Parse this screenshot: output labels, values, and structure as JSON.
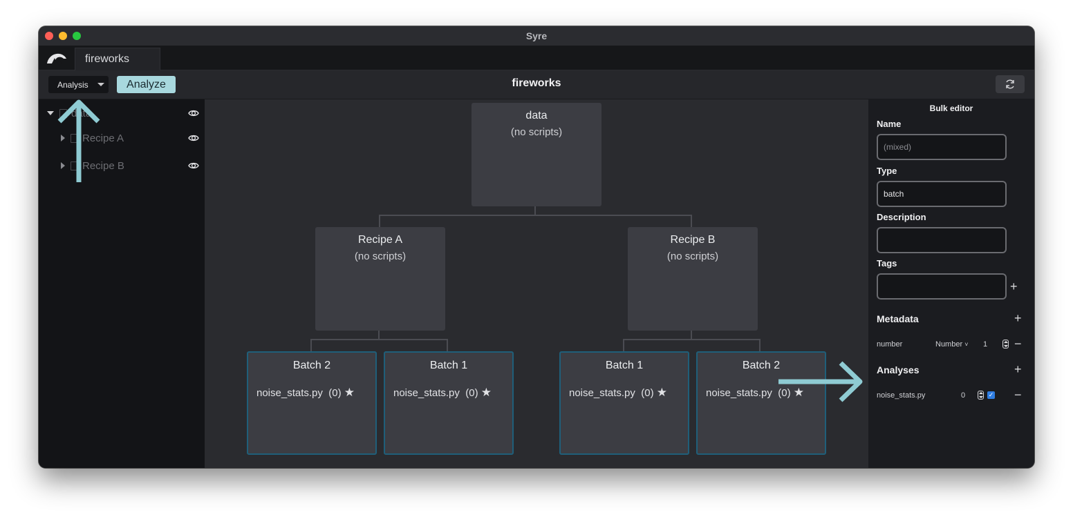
{
  "window": {
    "title": "Syre"
  },
  "tabs": [
    {
      "label": "fireworks"
    }
  ],
  "toolbar": {
    "mode_selected": "Analysis",
    "analyze_label": "Analyze",
    "project_title": "fireworks"
  },
  "sidebar": {
    "root": {
      "label": "data"
    },
    "items": [
      {
        "label": "Recipe A"
      },
      {
        "label": "Recipe B"
      }
    ]
  },
  "graph": {
    "root": {
      "title": "data",
      "subtitle": "(no scripts)"
    },
    "level1": [
      {
        "title": "Recipe A",
        "subtitle": "(no scripts)"
      },
      {
        "title": "Recipe B",
        "subtitle": "(no scripts)"
      }
    ],
    "leaves": [
      {
        "title": "Batch 2",
        "script": "noise_stats.py",
        "count": "(0)",
        "star": "★"
      },
      {
        "title": "Batch 1",
        "script": "noise_stats.py",
        "count": "(0)",
        "star": "★"
      },
      {
        "title": "Batch 1",
        "script": "noise_stats.py",
        "count": "(0)",
        "star": "★"
      },
      {
        "title": "Batch 2",
        "script": "noise_stats.py",
        "count": "(0)",
        "star": "★"
      }
    ]
  },
  "bulk_editor": {
    "title": "Bulk editor",
    "name_label": "Name",
    "name_placeholder": "(mixed)",
    "type_label": "Type",
    "type_value": "batch",
    "description_label": "Description",
    "description_value": "",
    "tags_label": "Tags",
    "tags_value": "",
    "add_symbol": "+",
    "remove_symbol": "−",
    "metadata_label": "Metadata",
    "metadata": [
      {
        "key": "number",
        "type": "Number",
        "type_caret": "˅",
        "value": "1"
      }
    ],
    "analyses_label": "Analyses",
    "analyses": [
      {
        "name": "noise_stats.py",
        "priority": "0",
        "checked": "✓"
      }
    ]
  },
  "colors": {
    "accent": "#a8d8de",
    "leaf_border": "#1f5f7a",
    "window_bg": "#1c1d21",
    "canvas_bg": "#2a2b2f"
  },
  "icons": [
    "app-logo-icon",
    "eye-icon",
    "refresh-icon",
    "folder-icon",
    "chevron-down-icon",
    "caret-right-icon",
    "star-icon",
    "stepper-icon",
    "checkbox-icon",
    "arrow-up-annotation-icon",
    "arrow-right-annotation-icon"
  ]
}
